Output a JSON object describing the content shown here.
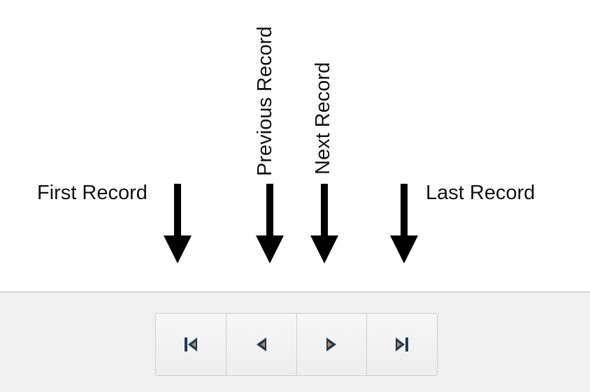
{
  "annotations": {
    "first_record": "First Record",
    "previous_record": "Previous Record",
    "next_record": "Next Record",
    "last_record": "Last Record"
  },
  "navigation": {
    "buttons": [
      {
        "icon": "first-record-icon"
      },
      {
        "icon": "previous-record-icon"
      },
      {
        "icon": "next-record-icon"
      },
      {
        "icon": "last-record-icon"
      }
    ]
  },
  "colors": {
    "icon_fill": "#1f3b5c",
    "icon_accent": "#c98a3a",
    "arrow": "#000000",
    "bar_background": "#f0f0f0"
  }
}
